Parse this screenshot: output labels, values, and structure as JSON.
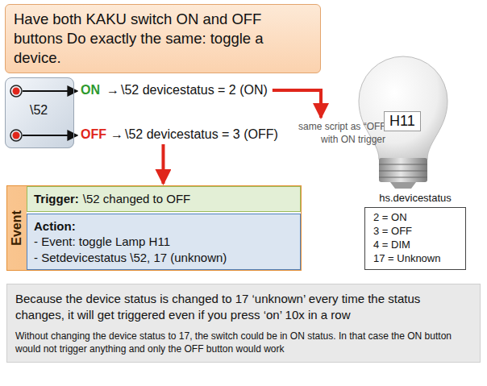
{
  "diagram": {
    "title": "Have both KAKU switch ON and OFF buttons Do exactly the same: toggle a device.",
    "nodes": [
      {
        "text": [
          "\\52"
        ]
      },
      {
        "text": [
          "Event"
        ]
      },
      {
        "text": [
          "Trigger:",
          "\\52 changed to OFF"
        ],
        "in": 1
      },
      {
        "text": [
          "Action:",
          "- Event: toggle Lamp H11",
          "- Setdevicestatus \\52, 17 (unknown)"
        ],
        "in": 1
      },
      {
        "text": [
          "hs.devicestatus",
          "2 = ON",
          "3 = OFF",
          "4 = DIM",
          "17 = Unknown"
        ]
      },
      {
        "text": [
          "Because the device status is changed to 17 ‘unknown’ every time the status changes, it will get triggered even if you press ‘on’ 10x in a row",
          "Without changing the device status to 17, the switch could be in ON status. In that case the ON button would not trigger anything and only the OFF button would work"
        ]
      }
    ],
    "labels": [
      "ON",
      "→",
      "\\52 devicestatus = 2 (ON)",
      "OFF",
      "→",
      "\\52 devicestatus = 3 (OFF)",
      "same script as “OFF”, but with ON trigger",
      "H11"
    ]
  }
}
